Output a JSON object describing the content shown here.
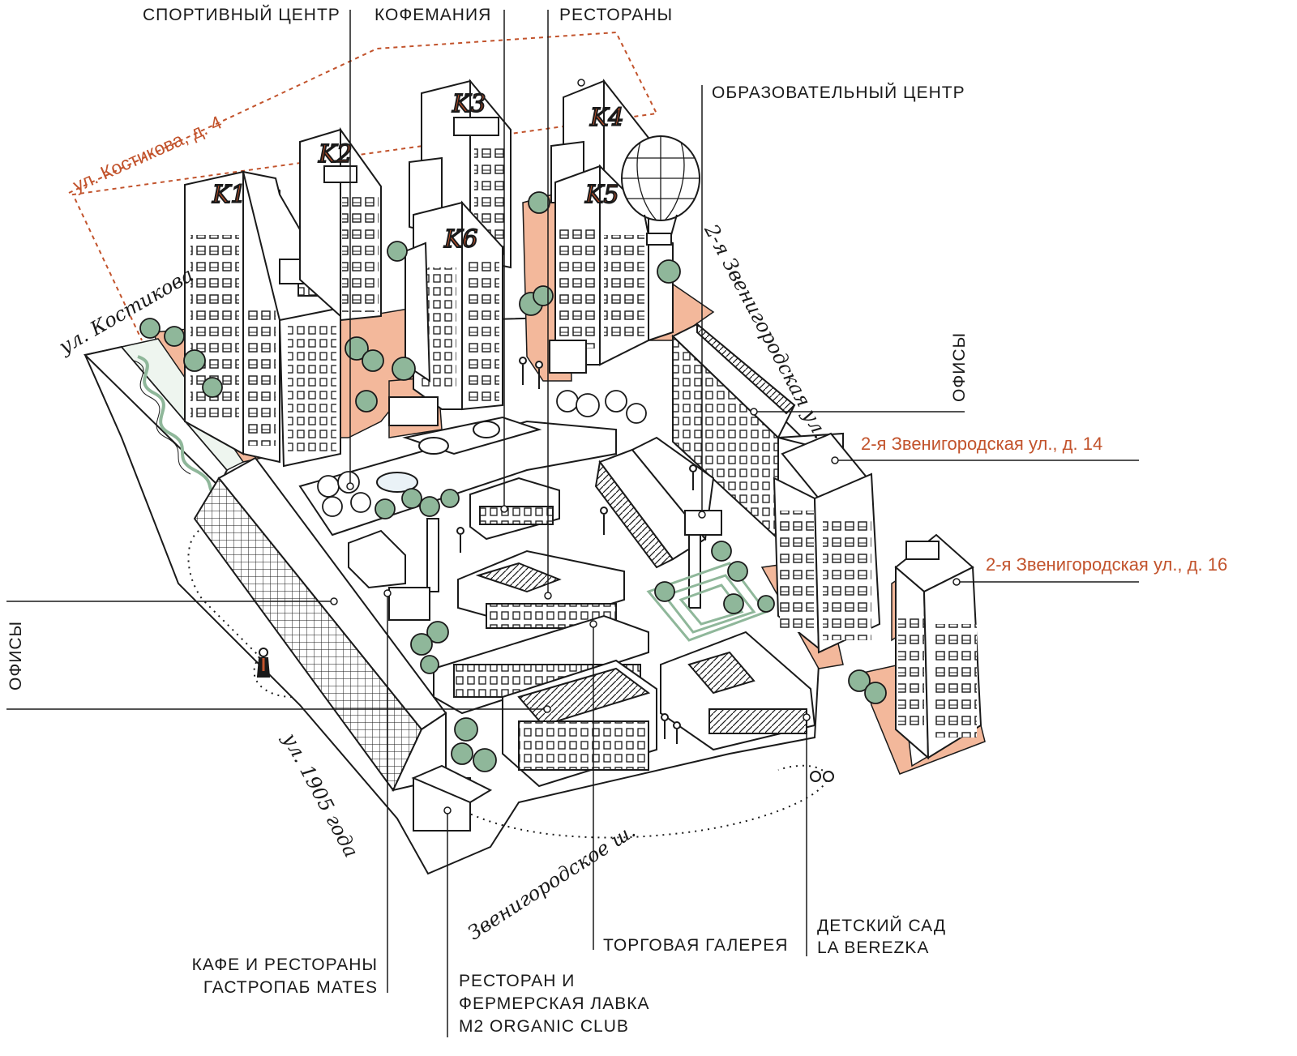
{
  "labels": {
    "sport_center": "СПОРТИВНЫЙ ЦЕНТР",
    "coffee": "КОФЕМАНИЯ",
    "restaurants": "РЕСТОРАНЫ",
    "education_center": "ОБРАЗОВАТЕЛЬНЫЙ ЦЕНТР",
    "offices_right": "ОФИСЫ",
    "offices_left": "ОФИСЫ",
    "cafe_line1": "КАФЕ И РЕСТОРАНЫ",
    "cafe_line2": "ГАСТРОПАБ MATES",
    "restaurant_line1": "РЕСТОРАН И",
    "restaurant_line2": "ФЕРМЕРСКАЯ ЛАВКА",
    "restaurant_line3": "M2 ORGANIC CLUB",
    "trade_gallery": "ТОРГОВАЯ ГАЛЕРЕЯ",
    "kindergarten_line1": "ДЕТСКИЙ САД",
    "kindergarten_line2": "LA BEREZKA"
  },
  "addresses": {
    "kostikova_4": "ул. Костикова, д. 4",
    "zven_14": "2-я Звенигородская ул., д. 14",
    "zven_16": "2-я Звенигородская ул., д. 16"
  },
  "streets": {
    "kostikova": "ул. Костикова",
    "zvenigorodskaya": "2-я Звенигородская ул.",
    "ul_1905": "ул. 1905 года",
    "zven_shosse": "Звенигородское ш."
  },
  "buildings": [
    "K1",
    "K2",
    "K3",
    "K4",
    "K5",
    "K6"
  ],
  "colors": {
    "accent": "#c2532c",
    "plot": "#f3b89b",
    "tree": "#8fb79a",
    "ink": "#1a1a1a"
  }
}
